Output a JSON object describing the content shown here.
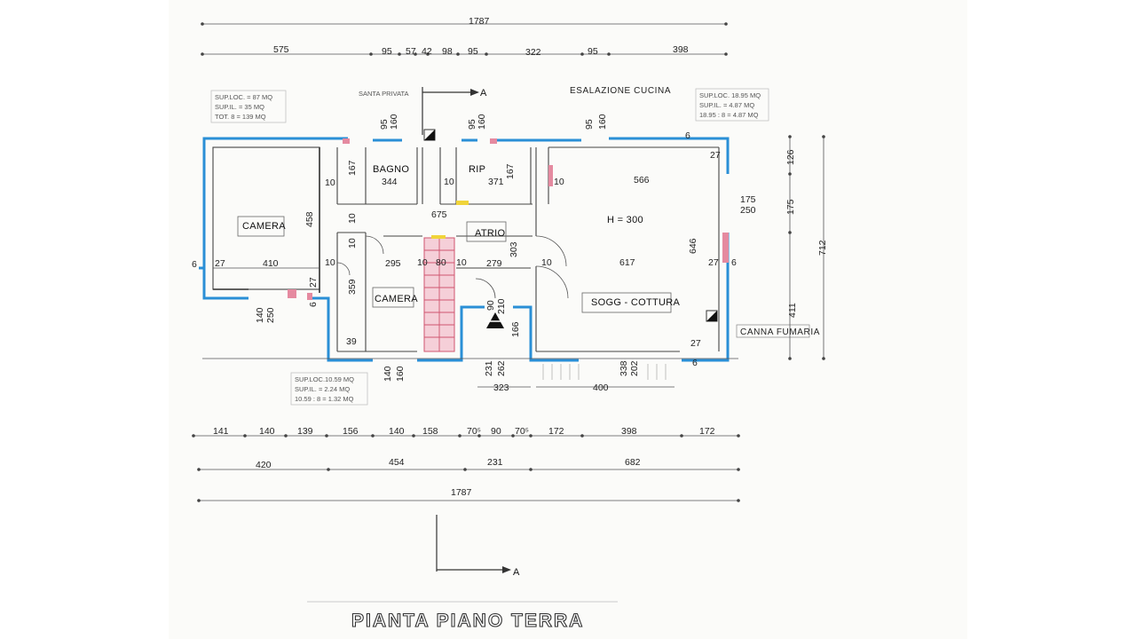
{
  "drawing_title": "PIANTA  PIANO TERRA",
  "section_marker": "A",
  "top_dims": {
    "overall": "1787",
    "row2": [
      "575",
      "95",
      "57",
      "42",
      "98",
      "95",
      "322",
      "95",
      "398"
    ]
  },
  "bottom_dims": {
    "row1": [
      "141",
      "140",
      "139",
      "156",
      "140",
      "158",
      "70⁵",
      "90",
      "70⁵",
      "172",
      "398",
      "172"
    ],
    "row2": [
      "420",
      "454",
      "231",
      "682"
    ],
    "overall": "1787"
  },
  "right_dims": [
    "126",
    "175",
    "712",
    "411"
  ],
  "labels": {
    "esalazione": "ESALAZIONE CUCINA",
    "canna": "CANNA FUMARIA",
    "top_left_faded": "SANTA PRIVATA"
  },
  "rooms": [
    {
      "name": "CAMERA",
      "id": "camera-left"
    },
    {
      "name": "BAGNO",
      "id": "bagno"
    },
    {
      "name": "RIP",
      "id": "rip"
    },
    {
      "name": "ATRIO",
      "id": "atrio"
    },
    {
      "name": "CAMERA",
      "id": "camera-center"
    },
    {
      "name": "SOGG - COTTURA",
      "id": "soggiorno"
    }
  ],
  "height_note": "H = 300",
  "inner_dims": {
    "camera_w": "410",
    "camera_h": "458",
    "bagno_w": "344",
    "bagno_h": "167",
    "rip_w": "371",
    "rip_h": "167",
    "atrio_w": "675",
    "corr_w": "279",
    "corr_h": "303",
    "camera2_w": "295",
    "camera2_h": "359",
    "sogg_w": "617",
    "sogg_w2": "566",
    "sogg_h": "646",
    "stair_w": "80",
    "door_90": "90",
    "door_210": "210",
    "d166": "166",
    "d231": "231",
    "d262": "262",
    "d323": "323",
    "d400": "400",
    "d338": "338",
    "d202": "202",
    "d175": "175",
    "d250": "250",
    "d140": "140",
    "d250b": "250",
    "d140b": "140",
    "d160b": "160",
    "w95a": "95",
    "w160a": "160",
    "w95b": "95",
    "w160b": "160",
    "w95c": "95",
    "w160c": "160",
    "t10": "10",
    "t27": "27",
    "t6": "6",
    "t39": "39"
  },
  "area_notes": {
    "top_left": [
      "SUP.LOC. = 87 MQ",
      "SUP.IL. = 35 MQ",
      "TOT. 8 = 139 MQ"
    ],
    "top_right": [
      "SUP.LOC. 18.95 MQ",
      "SUP.IL. = 4.87 MQ",
      "18.95 : 8 = 4.87 MQ"
    ],
    "bottom_left": [
      "SUP.LOC.10.59 MQ",
      "SUP.IL. = 2.24 MQ",
      "10.59 : 8 = 1.32 MQ"
    ]
  },
  "colors": {
    "exterior_wall": "#2a8fd6",
    "highlight": "#e58aa0",
    "marker": "#f0d43a"
  }
}
